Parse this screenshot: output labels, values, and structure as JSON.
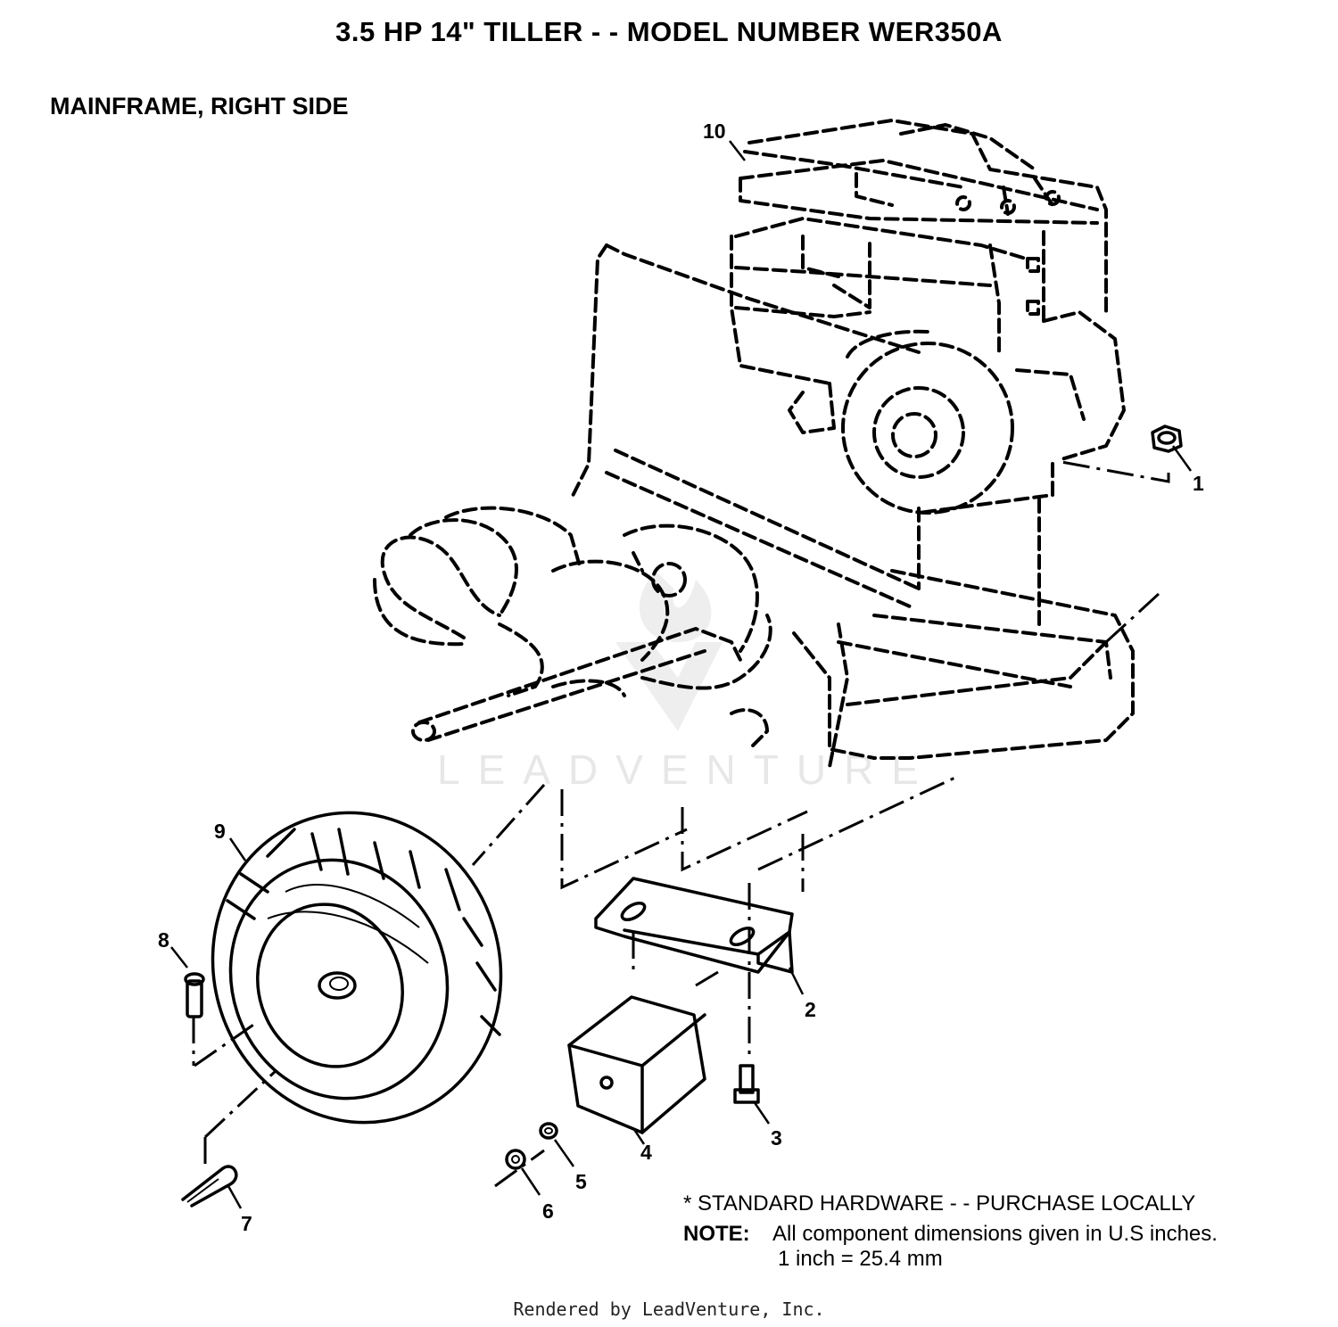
{
  "title": "3.5 HP 14\" TILLER - - MODEL NUMBER WER350A",
  "subtitle": "MAINFRAME, RIGHT SIDE",
  "callouts": [
    "10",
    "1",
    "9",
    "8",
    "2",
    "3",
    "4",
    "5",
    "6",
    "7"
  ],
  "notes": {
    "hardware": "* STANDARD HARDWARE - - PURCHASE LOCALLY",
    "note_label": "NOTE:",
    "note_line1": "All component dimensions given in U.S inches.",
    "note_line2": "1 inch = 25.4 mm"
  },
  "watermark": "LEADVENTURE",
  "footer": "Rendered by LeadVenture, Inc."
}
